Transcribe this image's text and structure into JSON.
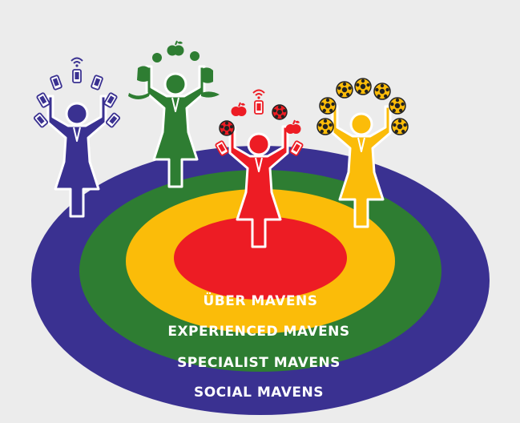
{
  "rings": [
    {
      "id": "social",
      "label": "SOCIAL MAVENS",
      "color": "#3a3191",
      "label_color": "#ffffff"
    },
    {
      "id": "specialist",
      "label": "SPECIALIST MAVENS",
      "color": "#2e7d32",
      "label_color": "#ffffff"
    },
    {
      "id": "experienced",
      "label": "EXPERIENCED MAVENS",
      "color": "#fbbc09",
      "label_color": "#ffffff"
    },
    {
      "id": "uber",
      "label": "ÜBER MAVENS",
      "color": "#ed1c24",
      "label_color": "#ffffff"
    }
  ],
  "figures": [
    {
      "id": "social-maven",
      "color": "#3a3191",
      "juggles": "phone-icon"
    },
    {
      "id": "specialist-maven",
      "color": "#2e7d32",
      "juggles": "fruit-vegetable-icon"
    },
    {
      "id": "uber-maven",
      "color": "#ed1c24",
      "juggles": "mixed-icon"
    },
    {
      "id": "experienced-maven",
      "color": "#fbbc09",
      "juggles": "soccer-ball-icon"
    }
  ]
}
